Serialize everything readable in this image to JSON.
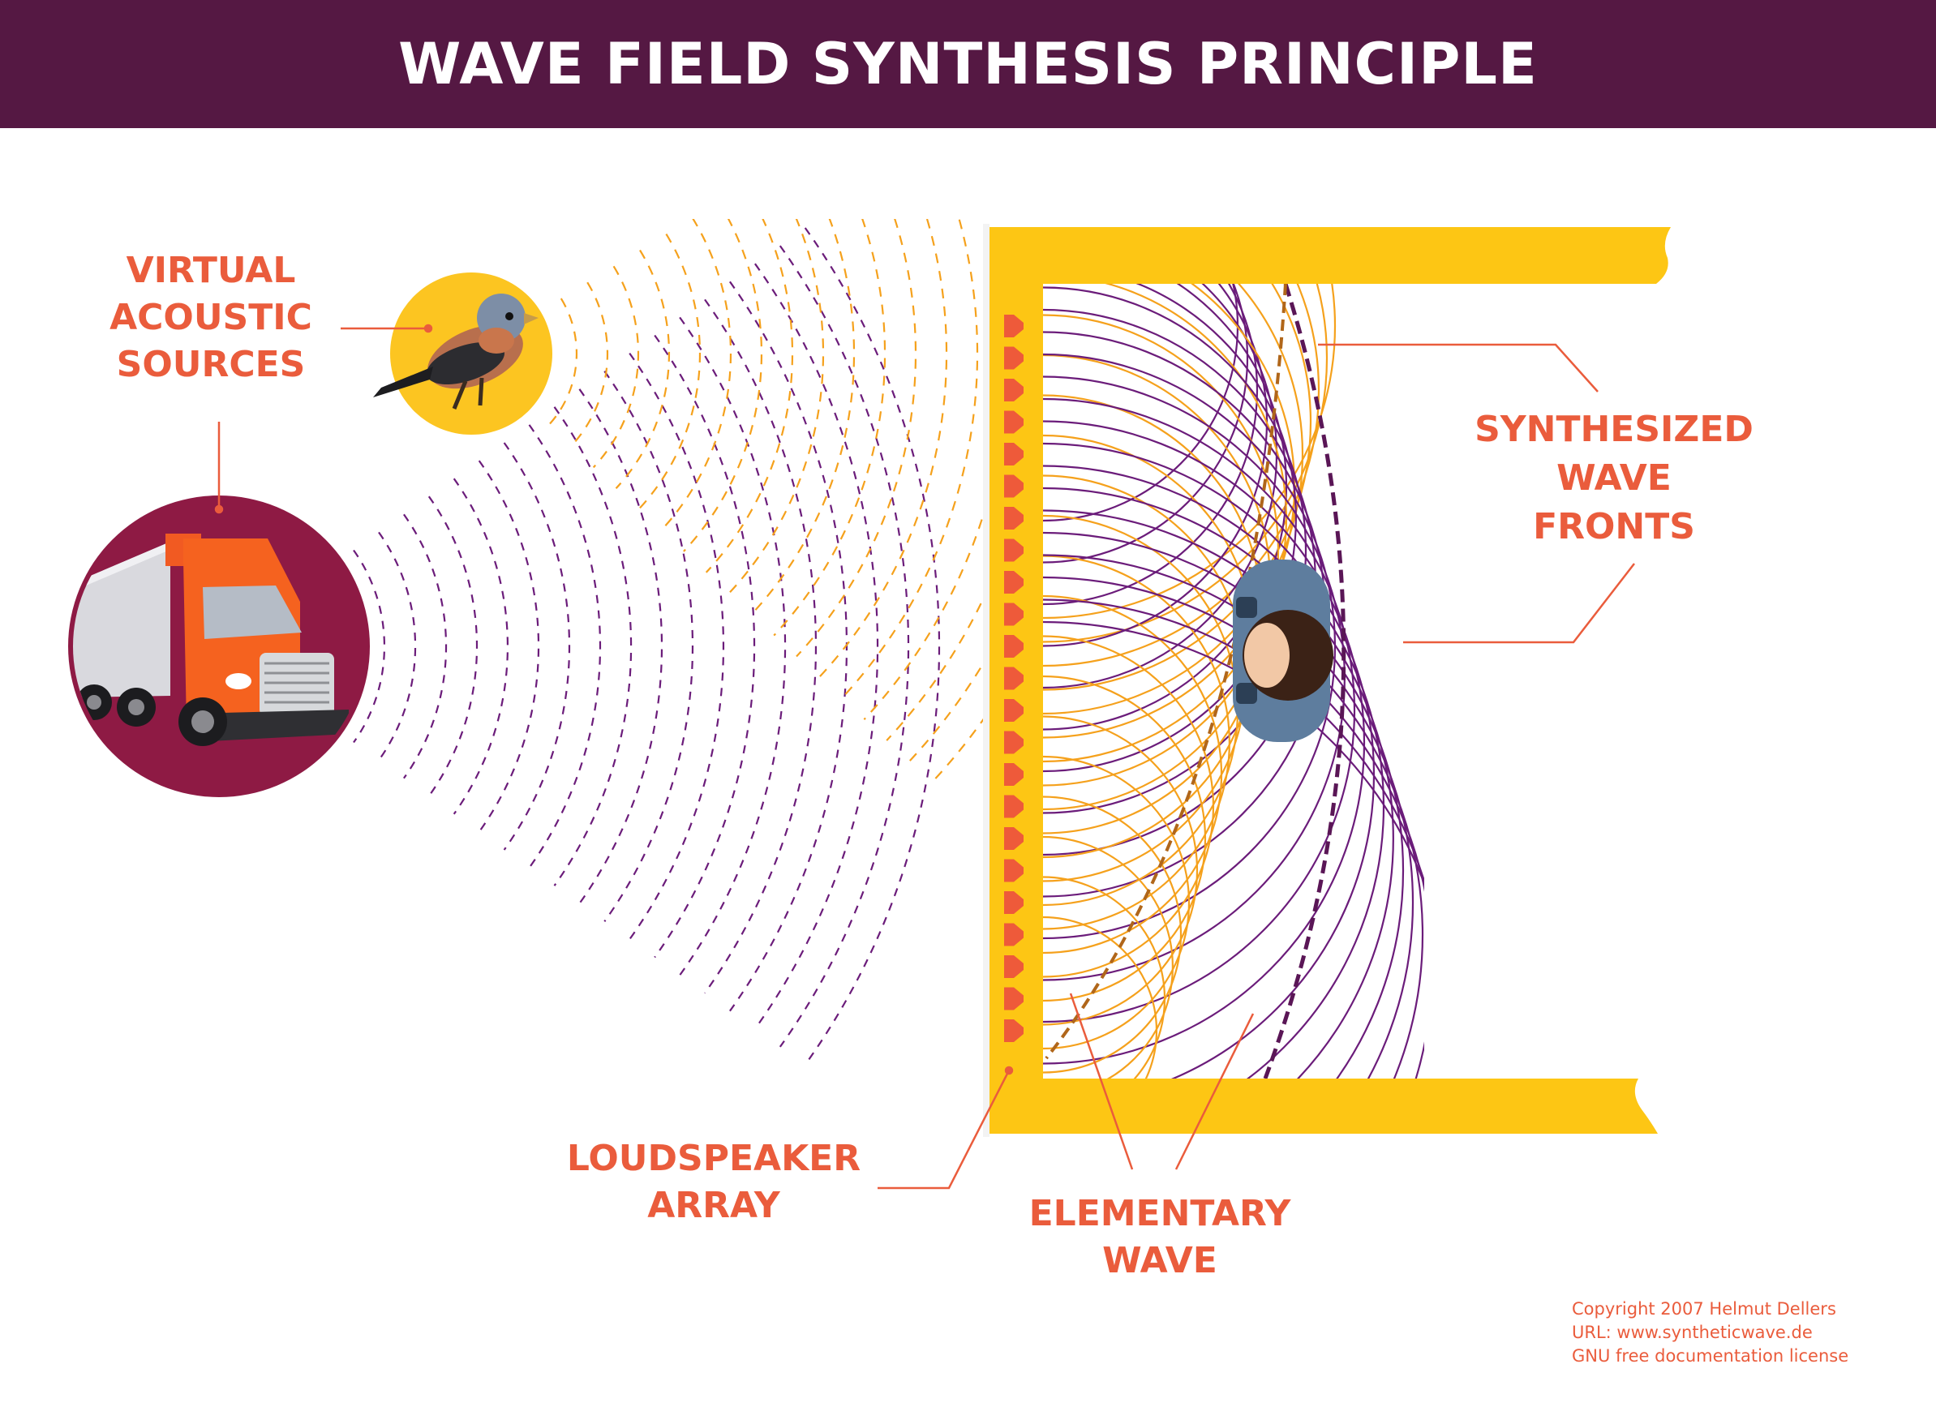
{
  "title": "WAVE FIELD SYNTHESIS PRINCIPLE",
  "labels": {
    "virtual_sources": [
      "VIRTUAL",
      "ACOUSTIC",
      "SOURCES"
    ],
    "synthesized": [
      "SYNTHESIZED",
      "WAVE",
      "FRONTS"
    ],
    "loudspeaker": [
      "LOUDSPEAKER",
      "ARRAY"
    ],
    "elementary": [
      "ELEMENTARY",
      "WAVE"
    ]
  },
  "copyright": [
    "Copyright 2007 Helmut Dellers",
    "URL: www.syntheticwave.de",
    "GNU free documentation license"
  ],
  "colors": {
    "header": "#551843",
    "label": "#ea5c3c",
    "frame": "#fdc614",
    "purple": "#6b1c7a",
    "orange": "#f5a11c",
    "truck_circle": "#8e1a44",
    "bird_circle": "#fcc521",
    "speaker": "#ee5a3a"
  },
  "icons": {
    "truck": "truck-icon",
    "bird": "bird-icon",
    "listener": "listener-icon"
  }
}
